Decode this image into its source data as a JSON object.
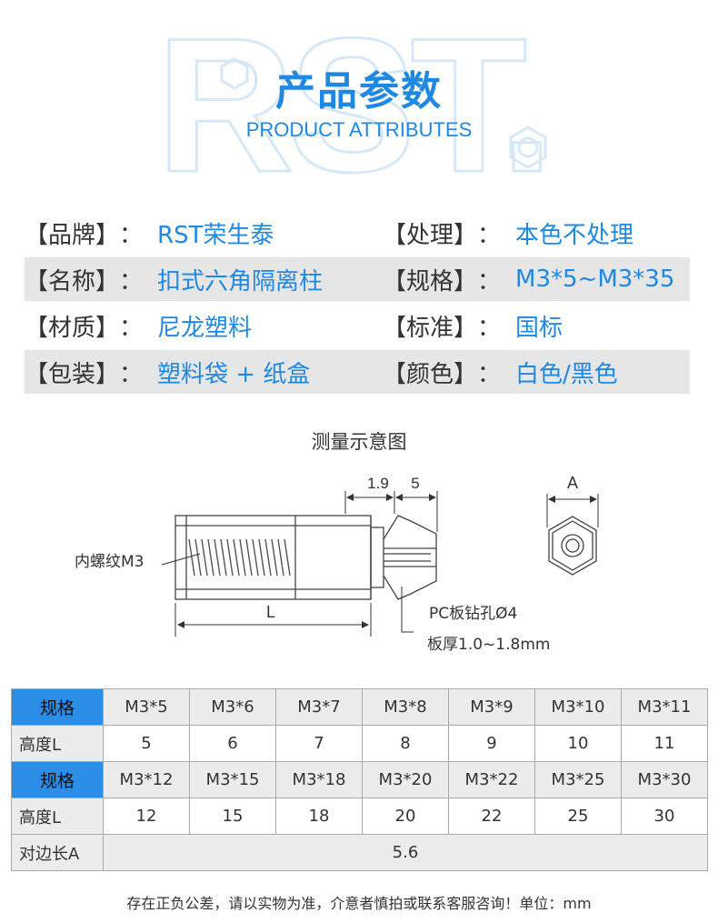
{
  "header": {
    "watermark_text": "RST.",
    "title_cn": "产品参数",
    "title_en": "PRODUCT ATTRIBUTES",
    "accent_color": "#1e88e5"
  },
  "attributes": [
    {
      "label": "【品牌】",
      "sep": "：",
      "value": "RST荣生泰",
      "label2": "【处理】",
      "sep2": "：",
      "value2": "本色不处理"
    },
    {
      "label": "【名称】",
      "sep": "：",
      "value": "扣式六角隔离柱",
      "label2": "【规格】",
      "sep2": "：",
      "value2": "M3*5~M3*35"
    },
    {
      "label": "【材质】",
      "sep": "：",
      "value": "尼龙塑料",
      "label2": "【标准】",
      "sep2": "：",
      "value2": "国标"
    },
    {
      "label": "【包装】",
      "sep": "：",
      "value": "塑料袋 + 纸盒",
      "label2": "【颜色】",
      "sep2": "：",
      "value2": "白色/黑色"
    }
  ],
  "diagram": {
    "title": "测量示意图",
    "dim_head": "1.9",
    "dim_clip": "5",
    "dim_A": "A",
    "dim_L": "L",
    "thread_label": "内螺纹M3",
    "hole_label": "PC板钻孔Ø4",
    "thickness_label": "板厚1.0~1.8mm"
  },
  "spec_table": {
    "spec_label": "规格",
    "height_label": "高度L",
    "across_label": "对边长A",
    "across_value": "5.6",
    "row1_specs": [
      "M3*5",
      "M3*6",
      "M3*7",
      "M3*8",
      "M3*9",
      "M3*10",
      "M3*11"
    ],
    "row1_heights": [
      "5",
      "6",
      "7",
      "8",
      "9",
      "10",
      "11"
    ],
    "row2_specs": [
      "M3*12",
      "M3*15",
      "M3*18",
      "M3*20",
      "M3*22",
      "M3*25",
      "M3*30"
    ],
    "row2_heights": [
      "12",
      "15",
      "18",
      "20",
      "22",
      "25",
      "30"
    ],
    "header_color": "#2a8de6"
  },
  "footer": "存在正负公差，请以实物为准，介意者慎拍或联系客服咨询！单位：mm"
}
